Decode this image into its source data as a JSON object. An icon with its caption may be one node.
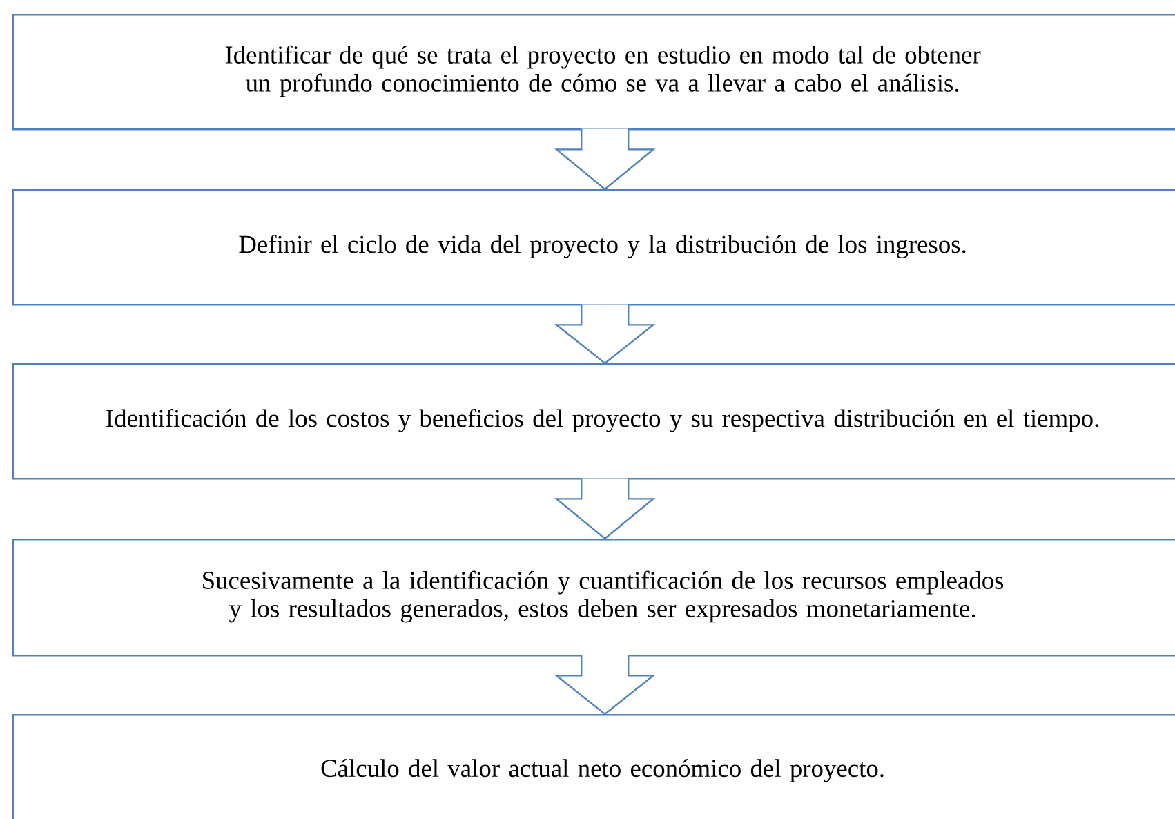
{
  "diagram": {
    "nodes": [
      {
        "text": [
          "Identificar de qué se trata el proyecto en estudio en modo tal de obtener un profundo conocimiento de cómo se va a llevar a cabo el análisis."
        ]
      },
      {
        "text": [
          "Definir el ciclo de vida del proyecto y la distribución de los ingresos."
        ]
      },
      {
        "text": [
          "Identificación de los costos y beneficios  del proyecto y su respectiva distribución en el tiempo."
        ]
      },
      {
        "text": [
          "Sucesivamente a la identificación y cuantificación de los recursos empleados y los resultados generados, estos deben ser expresados monetariamente."
        ]
      },
      {
        "text": [
          "Cálculo del valor actual neto económico del proyecto."
        ]
      }
    ],
    "edges": [
      {
        "from": 0,
        "to": 1,
        "arrow": "to"
      },
      {
        "from": 1,
        "to": 2,
        "arrow": "to"
      },
      {
        "from": 2,
        "to": 3,
        "arrow": "to"
      },
      {
        "from": 3,
        "to": 4,
        "arrow": "to"
      }
    ]
  }
}
